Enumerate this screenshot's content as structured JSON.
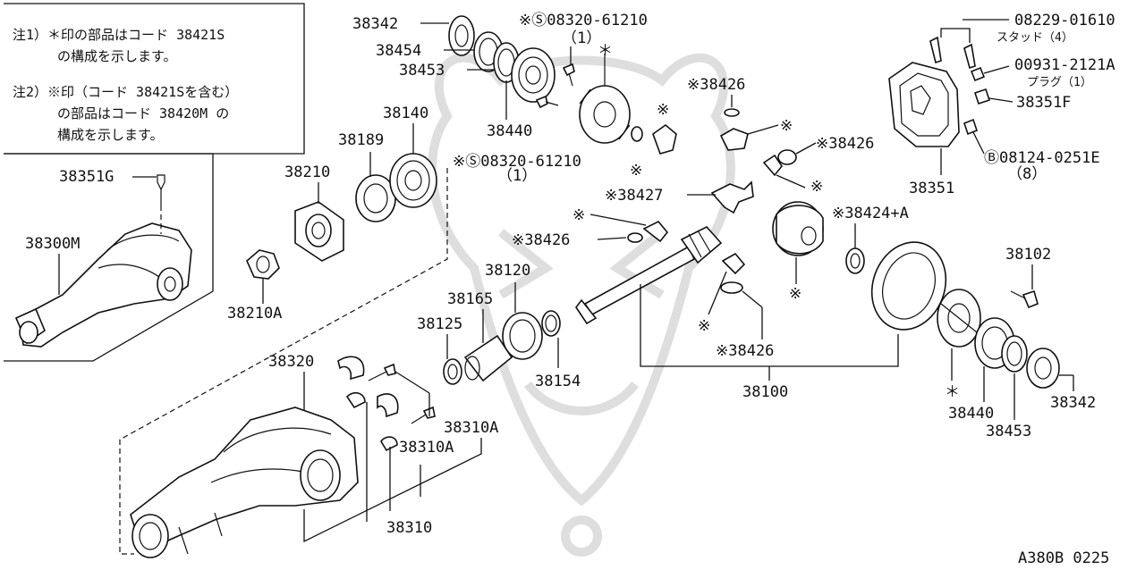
{
  "notes": {
    "note1_line1": "注1）＊印の部品はコード 38421S",
    "note1_line2": "の構成を示します。",
    "note2_line1": "注2）※印（コード 38421Sを含む）",
    "note2_line2": "の部品はコード 38420M の",
    "note2_line3": "構成を示します。"
  },
  "parts": {
    "p38342_top": "38342",
    "p38454": "38454",
    "p38453_top": "38453",
    "p38440_top": "38440",
    "p08320_top": "※Ⓢ08320-61210",
    "p08320_top_qty": "（1）",
    "p08320_mid": "※Ⓢ08320-61210",
    "p08320_mid_qty": "（1）",
    "p38426_a": "※38426",
    "p38426_b": "※38426",
    "p38426_c": "※38426",
    "p38426_d": "※38426",
    "p38427": "※38427",
    "p38424A": "※38424+A",
    "p08229": "08229-01610",
    "p08229_sub": "スタッド（4）",
    "p00931": "00931-2121A",
    "p00931_sub": "プラグ（1）",
    "p38351F": "38351F",
    "p08124": "Ⓑ08124-0251E",
    "p08124_qty": "（8）",
    "p38351": "38351",
    "p38102": "38102",
    "p38440_right": "38440",
    "p38453_right": "38453",
    "p38342_right": "38342",
    "p38100": "38100",
    "p38140": "38140",
    "p38189": "38189",
    "p38210": "38210",
    "p38210A": "38210A",
    "p38351G": "38351G",
    "p38300M": "38300M",
    "p38120": "38120",
    "p38165": "38165",
    "p38125": "38125",
    "p38154": "38154",
    "p38320": "38320",
    "p38310A_a": "38310A",
    "p38310A_b": "38310A",
    "p38310": "38310"
  },
  "symbols": {
    "asterisk": "＊",
    "ref_mark": "※"
  },
  "footer": {
    "code": "A380B 0225"
  }
}
